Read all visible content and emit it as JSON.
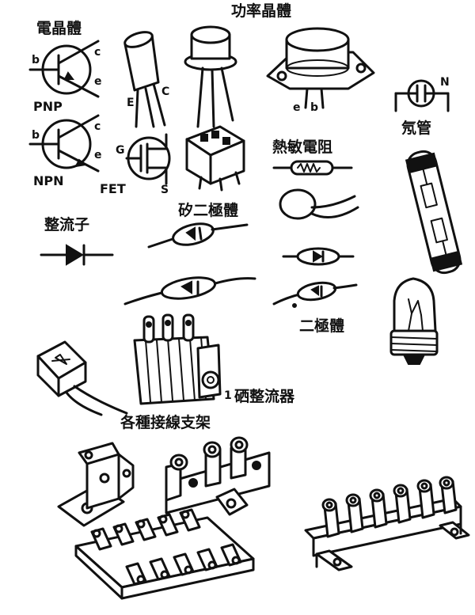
{
  "labels": {
    "transistor": "電晶體",
    "power_transistor": "功率晶體",
    "pnp": "PNP",
    "npn": "NPN",
    "fet": "FET",
    "pin_b": "b",
    "pin_c": "c",
    "pin_e": "e",
    "pin_g": "G",
    "pin_s": "S",
    "pin_E": "E",
    "pin_C": "C",
    "thermistor": "熱敏電阻",
    "neon_tube": "氖管",
    "neon_n": "N",
    "rectifier": "整流子",
    "silicon_diode": "矽二極體",
    "diode": "二極體",
    "selenium_rectifier": "硒整流器",
    "selenium_mark": "1",
    "terminal_brackets": "各種接線支架"
  }
}
